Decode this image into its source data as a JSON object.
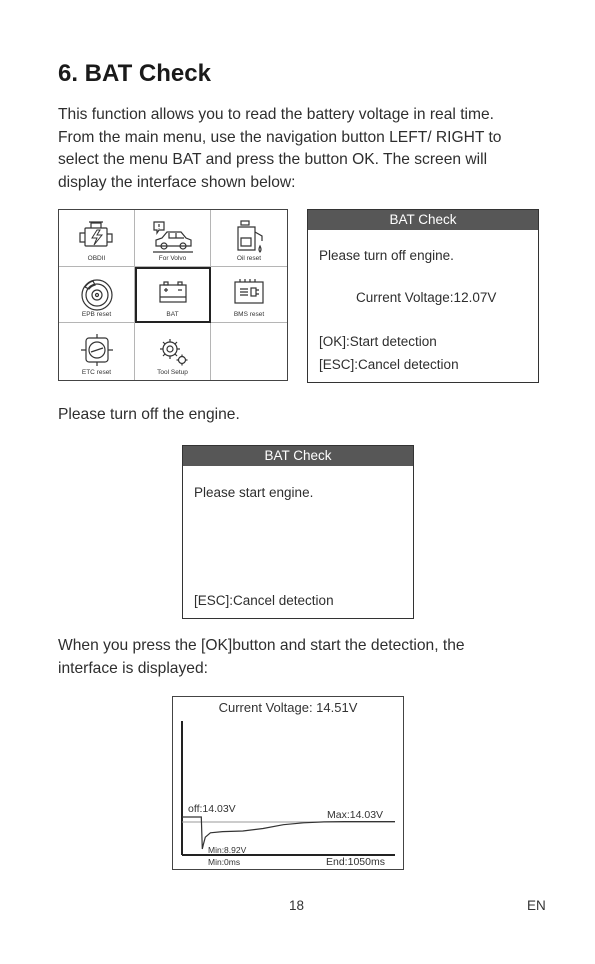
{
  "heading": "6. BAT Check",
  "intro_lines": [
    "This function allows you to read the battery voltage in real time.",
    "From the main menu, use the navigation button LEFT/ RIGHT to",
    "select the menu BAT and press the button OK. The screen will",
    "display the interface shown below:"
  ],
  "menu": {
    "selected": "BAT",
    "items": [
      {
        "label": "OBDII",
        "icon": "engine-icon"
      },
      {
        "label": "For Volvo",
        "icon": "car-icon"
      },
      {
        "label": "Oil reset",
        "icon": "oil-can-icon"
      },
      {
        "label": "EPB reset",
        "icon": "brake-disc-icon"
      },
      {
        "label": "BAT",
        "icon": "battery-icon"
      },
      {
        "label": "BMS reset",
        "icon": "bms-icon"
      },
      {
        "label": "ETC reset",
        "icon": "throttle-icon"
      },
      {
        "label": "Tool Setup",
        "icon": "gears-icon"
      },
      {
        "label": "",
        "icon": ""
      }
    ]
  },
  "screen1": {
    "title": "BAT Check",
    "line1": "Please turn off engine.",
    "voltage": "Current Voltage:12.07V",
    "ok": "[OK]:Start detection",
    "esc": "[ESC]:Cancel detection"
  },
  "caption1": "Please turn off the engine.",
  "screen2": {
    "title": "BAT Check",
    "line1": "Please start engine.",
    "esc": "[ESC]:Cancel detection"
  },
  "caption2_lines": [
    "When you press the [OK]button and start the detection, the",
    "interface is displayed:"
  ],
  "voltage_screen": {
    "title": "Current Voltage: 14.51V",
    "off": "off:14.03V",
    "max": "Max:14.03V",
    "min_v": "Min:8.92V",
    "min_t": "Min:0ms",
    "end": "End:1050ms"
  },
  "chart_data": {
    "type": "line",
    "title": "Current Voltage: 14.51V",
    "x_unit": "ms",
    "y_unit": "V",
    "xlim": [
      0,
      1050
    ],
    "ylim": [
      8.92,
      14.51
    ],
    "series": [
      {
        "x": [
          0,
          95,
          100,
          105,
          115,
          140,
          200,
          300,
          400,
          500,
          600,
          700,
          800,
          900,
          1000,
          1050
        ],
        "y": [
          14.03,
          14.03,
          8.92,
          9.6,
          10.8,
          11.5,
          11.7,
          11.8,
          12.2,
          12.8,
          13.1,
          13.25,
          13.3,
          13.3,
          13.3,
          13.3
        ]
      }
    ],
    "grid": false
  },
  "footer": {
    "page": "18",
    "lang": "EN"
  }
}
